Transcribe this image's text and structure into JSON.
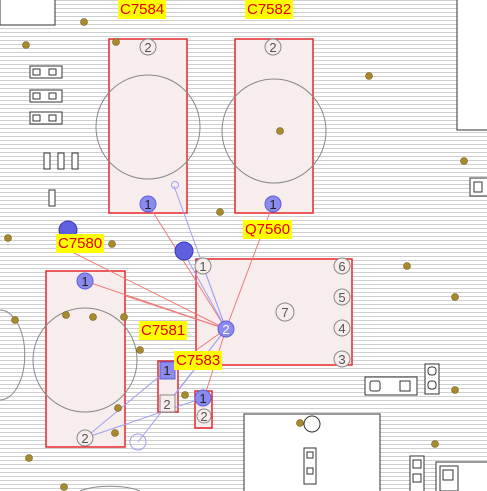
{
  "view": {
    "name": "PCB layout view",
    "colors": {
      "background": "#ffffff",
      "stripe": "#c9c9c9",
      "outline": "#222222",
      "component_box": "#e3292b",
      "component_fill": "#f7eded",
      "pad_blue": "#8b8bef",
      "via_gold": "#a88a2c",
      "ratsnest_red": "#f07a7a",
      "ratsnest_blue": "#9f9ff2",
      "label_bg": "#ffff00",
      "label_text": "#e60000"
    }
  },
  "components": [
    {
      "id": "c7584",
      "ref": "C7584"
    },
    {
      "id": "c7582",
      "ref": "C7582"
    },
    {
      "id": "c7580",
      "ref": "C7580"
    },
    {
      "id": "q7560",
      "ref": "Q7560"
    },
    {
      "id": "c7581",
      "ref": "C7581"
    },
    {
      "id": "c7583",
      "ref": "C7583"
    }
  ],
  "pin_numbers": {
    "c7584_p1": "1",
    "c7584_p2": "2",
    "c7582_p1": "1",
    "c7582_p2": "2",
    "c7580_p1": "1",
    "c7580_p2": "2",
    "q7560_p1": "1",
    "q7560_p2": "2",
    "q7560_p3": "3",
    "q7560_p4": "4",
    "q7560_p5": "5",
    "q7560_p6": "6",
    "q7560_p7": "7",
    "c7581_p1": "1",
    "c7581_p2": "2",
    "c7583_p1": "1",
    "c7583_p2": "2"
  }
}
